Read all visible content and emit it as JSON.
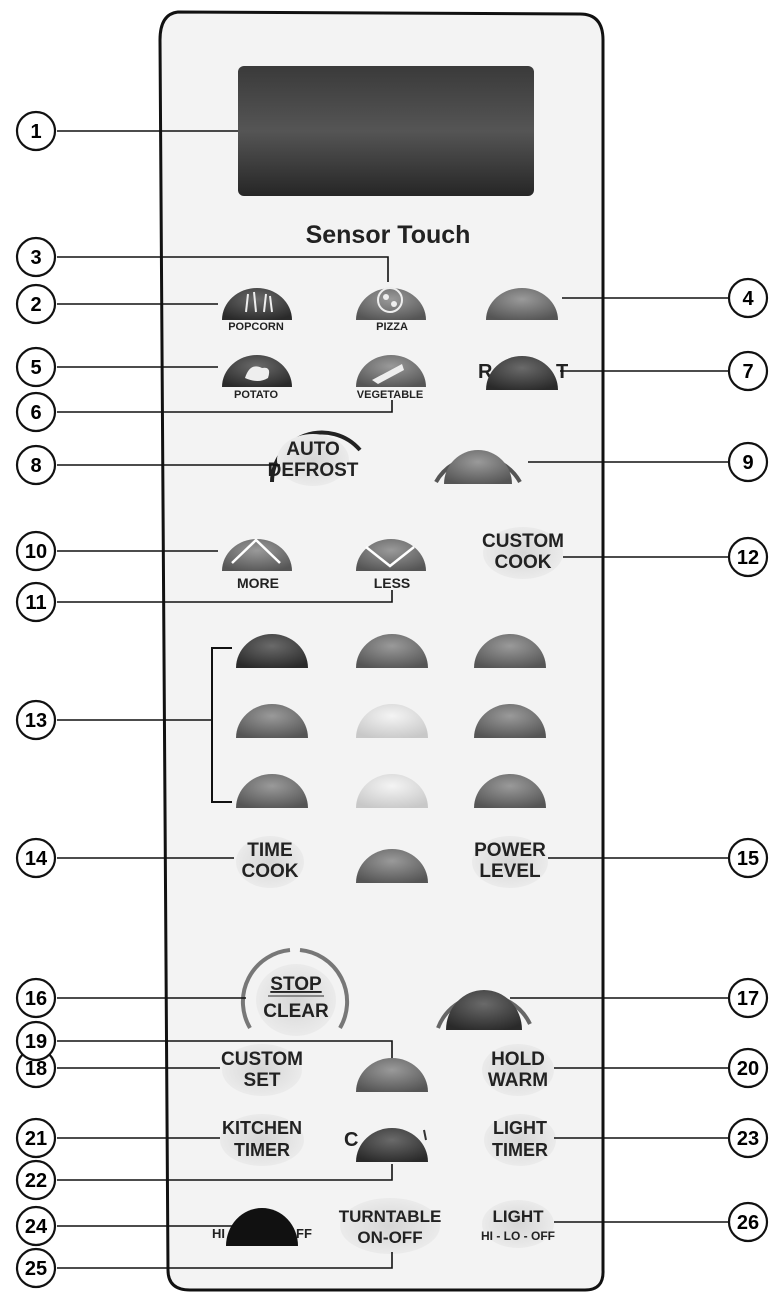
{
  "brand": {
    "title": "Sensor Touch"
  },
  "colors": {
    "panel_bg": "#f2f2f2",
    "display": "#2b2b2b",
    "button_dark": "#3a3a3a",
    "button_light": "#d8d8d8",
    "line": "#111111"
  },
  "buttons": {
    "popcorn": "POPCORN",
    "pizza": "PIZZA",
    "potato": "POTATO",
    "vegetable": "VEGETABLE",
    "reheat_fragment_left": "R",
    "reheat_fragment_right": "T",
    "auto_defrost_1": "AUTO",
    "auto_defrost_2": "DEFROST",
    "more": "MORE",
    "less": "LESS",
    "custom_cook_1": "CUSTOM",
    "custom_cook_2": "COOK",
    "time_cook_1": "TIME",
    "time_cook_2": "COOK",
    "power_level_1": "POWER",
    "power_level_2": "LEVEL",
    "stop": "STOP",
    "clear": "CLEAR",
    "custom_set_1": "CUSTOM",
    "custom_set_2": "SET",
    "hold_warm_1": "HOLD",
    "hold_warm_2": "WARM",
    "kitchen_timer_1": "KITCHEN",
    "kitchen_timer_2": "TIMER",
    "light_timer_1": "LIGHT",
    "light_timer_2": "TIMER",
    "fan_left": "HI",
    "fan_right": "FF",
    "turntable_1": "TURNTABLE",
    "turntable_2": "ON-OFF",
    "light_1": "LIGHT",
    "light_2": "HI - LO - OFF"
  },
  "callouts": [
    "1",
    "2",
    "3",
    "4",
    "5",
    "6",
    "7",
    "8",
    "9",
    "10",
    "11",
    "12",
    "13",
    "14",
    "15",
    "16",
    "17",
    "18",
    "19",
    "20",
    "21",
    "22",
    "23",
    "24",
    "25",
    "26"
  ]
}
